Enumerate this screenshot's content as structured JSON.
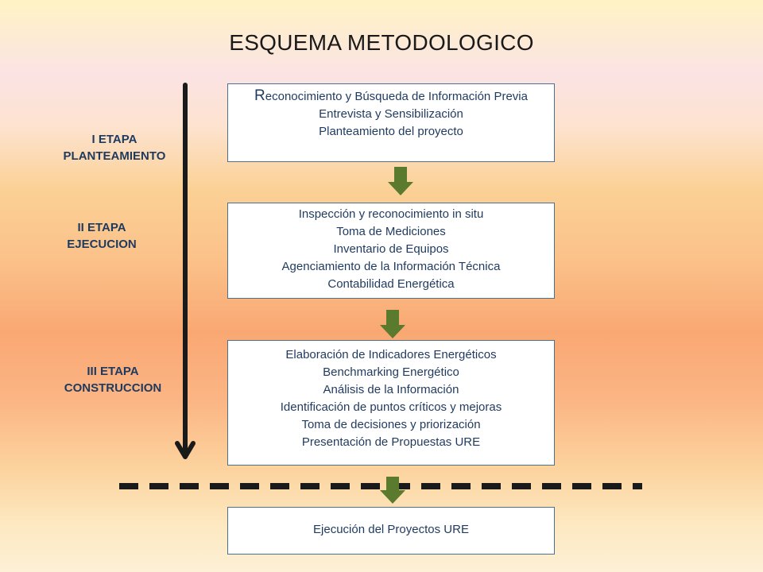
{
  "title": "ESQUEMA METODOLOGICO",
  "stages": [
    {
      "line1": "I ETAPA",
      "line2": "PLANTEAMIENTO"
    },
    {
      "line1": "II ETAPA",
      "line2": "EJECUCION"
    },
    {
      "line1": "III ETAPA",
      "line2": "CONSTRUCCION"
    }
  ],
  "boxes": [
    {
      "first_letter": "R",
      "lines": [
        "econocimiento  y Búsqueda de Información Previa",
        "Entrevista y Sensibilización",
        "Planteamiento del proyecto"
      ]
    },
    {
      "lines": [
        "Inspección y reconocimiento in situ",
        "Toma de Mediciones",
        "Inventario de Equipos",
        "Agenciamiento de la Información Técnica",
        "Contabilidad Energética"
      ]
    },
    {
      "lines": [
        "Elaboración de Indicadores Energéticos",
        "Benchmarking Energético",
        "Análisis de la Información",
        "Identificación de puntos críticos y mejoras",
        "Toma de decisiones y priorización",
        "Presentación de Propuestas URE"
      ]
    },
    {
      "lines": [
        "Ejecución del Proyectos URE"
      ]
    }
  ],
  "colors": {
    "arrow": "#5a7a2e",
    "timeline": "#1a1a1a",
    "text": "#1f3a5f",
    "box_border": "#4a6f8f"
  }
}
